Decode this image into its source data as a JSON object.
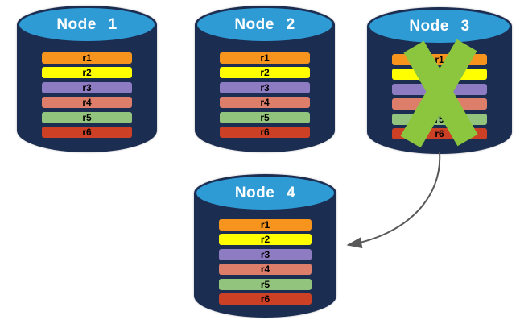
{
  "nodes": [
    {
      "label": "Node 1",
      "failed": false
    },
    {
      "label": "Node 2",
      "failed": false
    },
    {
      "label": "Node 3",
      "failed": true
    },
    {
      "label": "Node 4",
      "failed": false
    }
  ],
  "replicas": [
    {
      "label": "r1",
      "color": "#F7941E"
    },
    {
      "label": "r2",
      "color": "#FFFF00"
    },
    {
      "label": "r3",
      "color": "#8E7CC3"
    },
    {
      "label": "r4",
      "color": "#DD7E6B"
    },
    {
      "label": "r5",
      "color": "#93C47D"
    },
    {
      "label": "r6",
      "color": "#CC4125"
    }
  ],
  "colors": {
    "background": "#FFFFFF",
    "cylinder_body": "#1C2D52",
    "cylinder_top": "#2F9BD5",
    "node_label": "#FFFFFF",
    "bar_label": "#000000",
    "failure_x": "#8CC63E",
    "arrow": "#595959"
  }
}
